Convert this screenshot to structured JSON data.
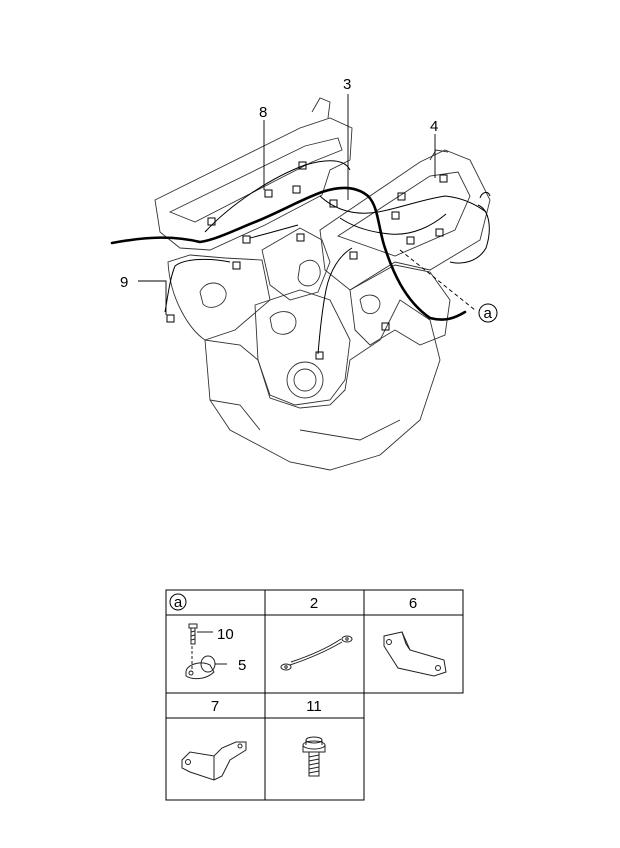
{
  "callouts": {
    "c3": "3",
    "c4": "4",
    "c8": "8",
    "c9": "9",
    "ca": "a"
  },
  "detail_table": {
    "headers": [
      "a",
      "2",
      "6",
      "7",
      "11"
    ],
    "inset_labels": {
      "p10": "10",
      "p5": "5"
    }
  }
}
